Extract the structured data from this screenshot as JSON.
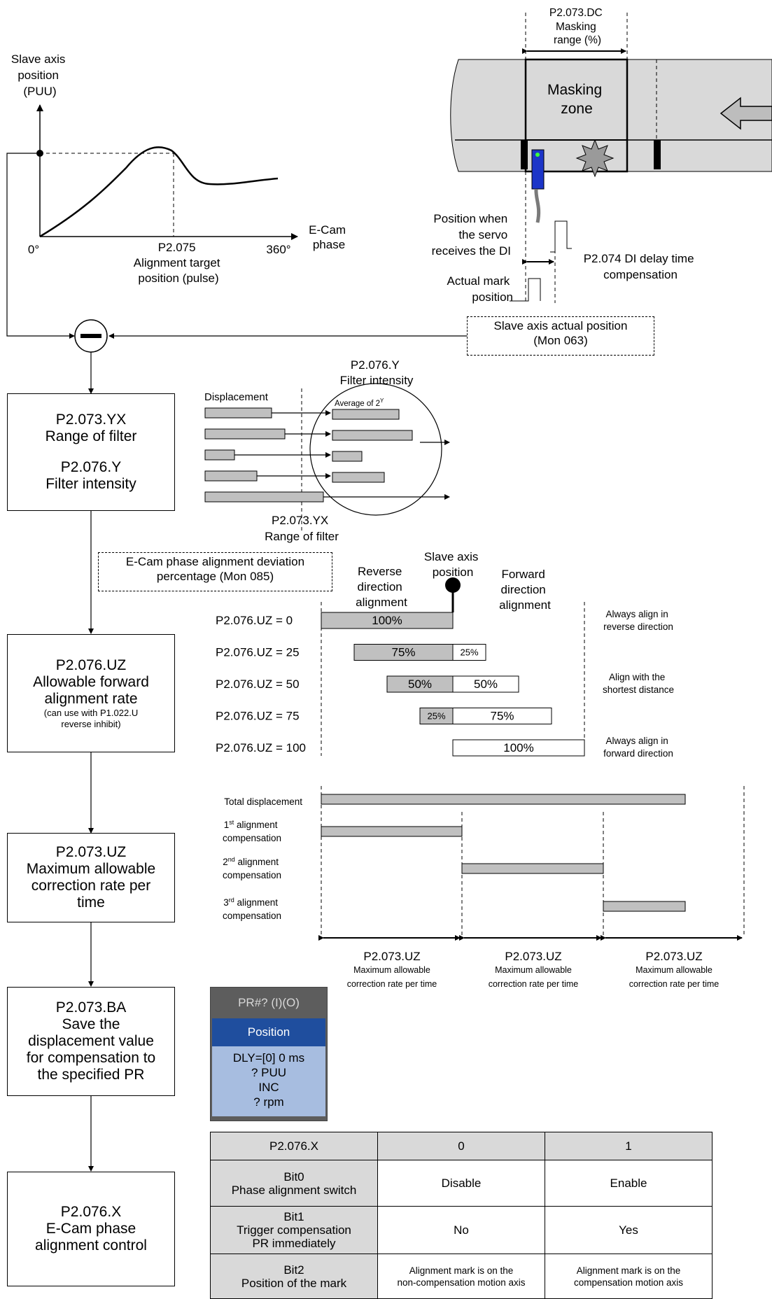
{
  "top_left_plot": {
    "y_axis_label": [
      "Slave axis",
      "position",
      "(PUU)"
    ],
    "x_axis_label": [
      "E-Cam",
      "phase"
    ],
    "x_start": "0°",
    "x_end": "360°",
    "target_label": [
      "P2.075",
      "Alignment target",
      "position (pulse)"
    ]
  },
  "masking": {
    "range_label": [
      "P2.073.DC",
      "Masking",
      "range (%)"
    ],
    "zone_label": [
      "Masking",
      "zone"
    ],
    "servo_position_label": [
      "Position when",
      "the servo",
      "receives the DI"
    ],
    "delay_label": [
      "P2.074 DI delay time",
      "compensation"
    ],
    "mark_label": [
      "Actual mark",
      "position"
    ]
  },
  "actual_position_box": [
    "Slave axis actual position",
    "(Mon 063)"
  ],
  "filter_illustration": {
    "displacement_label": "Displacement",
    "intensity_label": [
      "P2.076.Y",
      "Filter intensity"
    ],
    "average_label": "Average of 2",
    "average_exponent": "Y",
    "range_label": [
      "P2.073.YX",
      "Range of filter"
    ]
  },
  "deviation_box": [
    "E-Cam phase alignment deviation",
    "percentage (Mon 085)"
  ],
  "flow_boxes": {
    "filter": {
      "line1": "P2.073.YX",
      "line2": "Range of filter",
      "line3": "P2.076.Y",
      "line4": "Filter intensity"
    },
    "uz076": {
      "line1": "P2.076.UZ",
      "line2": "Allowable forward",
      "line3": "alignment  rate",
      "note1": "(can use with  P1.022.U",
      "note2": "reverse inhibit)"
    },
    "uz073": {
      "line1": "P2.073.UZ",
      "line2": "Maximum allowable",
      "line3": "correction rate per",
      "line4": "time"
    },
    "ba": {
      "line1": "P2.073.BA",
      "line2": "Save the",
      "line3": "displacement value",
      "line4": "for compensation to",
      "line5": "the specified PR"
    },
    "x": {
      "line1": "P2.076.X",
      "line2": "E-Cam phase",
      "line3": "alignment control"
    }
  },
  "alignment_rate": {
    "slave_position_label": [
      "Slave axis",
      "position"
    ],
    "reverse_label": [
      "Reverse",
      "direction",
      "alignment"
    ],
    "forward_label": [
      "Forward",
      "direction",
      "alignment"
    ],
    "rows": [
      {
        "label": "P2.076.UZ = 0",
        "reverse": 100,
        "forward": 0,
        "reverse_text": "100%",
        "forward_text": ""
      },
      {
        "label": "P2.076.UZ = 25",
        "reverse": 75,
        "forward": 25,
        "reverse_text": "75%",
        "forward_text": "25%"
      },
      {
        "label": "P2.076.UZ = 50",
        "reverse": 50,
        "forward": 50,
        "reverse_text": "50%",
        "forward_text": "50%"
      },
      {
        "label": "P2.076.UZ = 75",
        "reverse": 25,
        "forward": 75,
        "reverse_text": "25%",
        "forward_text": "75%"
      },
      {
        "label": "P2.076.UZ = 100",
        "reverse": 0,
        "forward": 100,
        "reverse_text": "",
        "forward_text": "100%"
      }
    ],
    "notes": [
      [
        "Always align in",
        "reverse direction"
      ],
      [
        "Align with the",
        "shortest distance"
      ],
      [
        "Always align in",
        "forward direction"
      ]
    ]
  },
  "compensation": {
    "total_label": "Total displacement",
    "steps": [
      {
        "num": "1",
        "sup": "st",
        "rest": " alignment",
        "line2": "compensation"
      },
      {
        "num": "2",
        "sup": "nd",
        "rest": " alignment",
        "line2": "compensation"
      },
      {
        "num": "3",
        "sup": "rd",
        "rest": " alignment",
        "line2": "compensation"
      }
    ],
    "segment_title": "P2.073.UZ",
    "segment_line2": "Maximum allowable",
    "segment_line3": "correction rate per time"
  },
  "pr_card": {
    "header": "PR#? (I)(O)",
    "mode": "Position",
    "lines": [
      "DLY=[0] 0 ms",
      "? PUU",
      "INC",
      "? rpm"
    ]
  },
  "bit_table": {
    "header": [
      "P2.076.X",
      "0",
      "1"
    ],
    "rows": [
      {
        "name": [
          "Bit0",
          "Phase alignment switch"
        ],
        "v0": [
          "Disable"
        ],
        "v1": [
          "Enable"
        ]
      },
      {
        "name": [
          "Bit1",
          "Trigger compensation",
          "PR immediately"
        ],
        "v0": [
          "No"
        ],
        "v1": [
          "Yes"
        ]
      },
      {
        "name": [
          "Bit2",
          "Position of the mark"
        ],
        "v0": [
          "Alignment mark is on the",
          "non-compensation motion axis"
        ],
        "v1": [
          "Alignment mark is on the",
          "compensation motion axis"
        ]
      }
    ]
  },
  "colors": {
    "bar_gray": "#c0c0c0",
    "band_gray": "#d9d9d9",
    "sensor_blue": "#1c35c8",
    "pr_mode_blue": "#1f4e9e",
    "pr_body_blue": "#a7bde0"
  }
}
